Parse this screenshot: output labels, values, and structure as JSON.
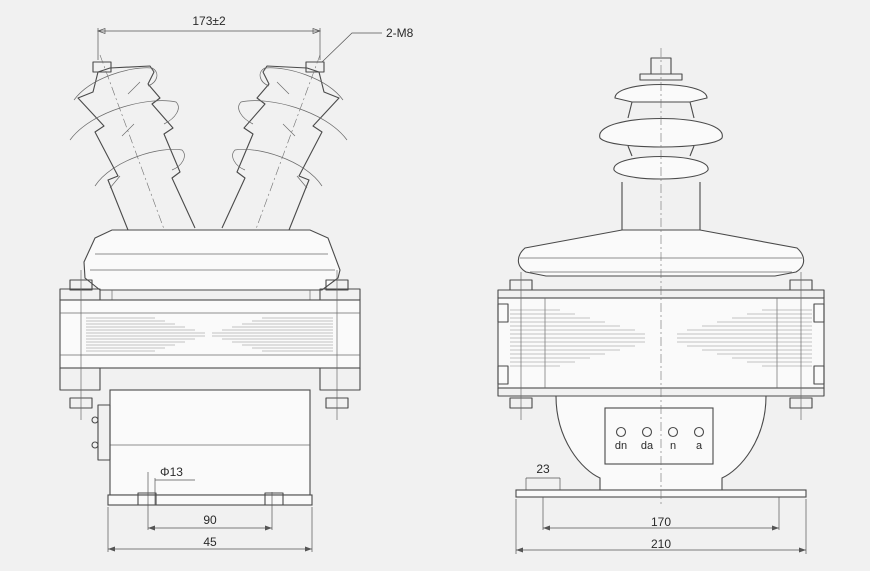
{
  "front_view": {
    "dim_terminal_spacing": "173±2",
    "dim_bolts": "2-M8",
    "dim_hole": "Φ13",
    "dim_mount_spacing": "90",
    "dim_base_width": "45"
  },
  "side_view": {
    "terminals": [
      "dn",
      "da",
      "n",
      "a"
    ],
    "dim_foot": "23",
    "dim_mount_spacing": "170",
    "dim_base_width": "210"
  }
}
